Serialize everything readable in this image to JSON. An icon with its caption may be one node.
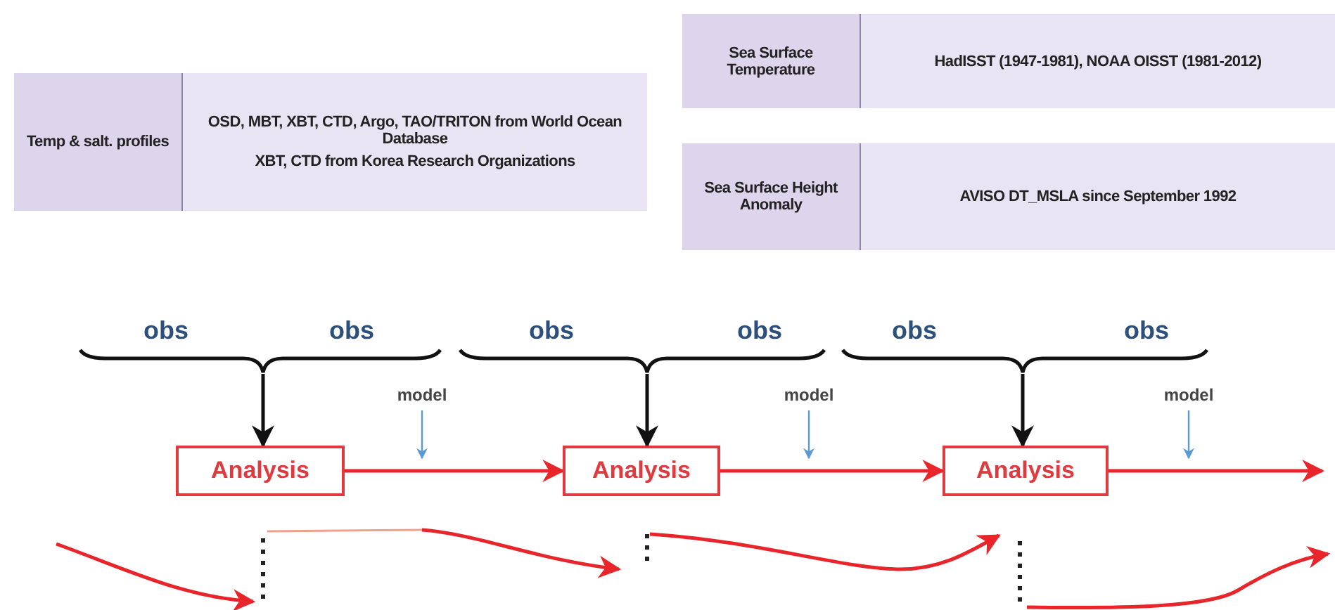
{
  "diagram": {
    "nodes": [
      {
        "text": [
          "Temp & salt. profiles",
          "OSD, MBT, XBT, CTD, Argo, TAO/TRITON from World Ocean Database",
          "XBT, CTD from Korea Research Organizations"
        ]
      },
      {
        "text": [
          "Sea Surface Temperature",
          "HadISST (1947-1981), NOAA OISST (1981-2012)"
        ]
      },
      {
        "text": [
          "Sea Surface Height Anomaly",
          "AVISO DT_MSLA since September 1992"
        ]
      },
      {
        "text": [
          "obs",
          "obs"
        ]
      },
      {
        "text": [
          "obs",
          "obs"
        ]
      },
      {
        "text": [
          "obs",
          "obs"
        ]
      },
      {
        "text": [
          "model"
        ]
      },
      {
        "text": [
          "model"
        ]
      },
      {
        "text": [
          "model"
        ]
      },
      {
        "text": [
          "Analysis"
        ]
      },
      {
        "text": [
          "Analysis"
        ]
      },
      {
        "text": [
          "Analysis"
        ]
      }
    ],
    "edges": [
      {
        "from": 3,
        "to": 9,
        "arrow": "to",
        "color": "#111111"
      },
      {
        "from": 4,
        "to": 10,
        "arrow": "to",
        "color": "#111111"
      },
      {
        "from": 5,
        "to": 11,
        "arrow": "to",
        "color": "#111111"
      },
      {
        "from": 9,
        "to": 10,
        "arrow": "to",
        "color": "#e8252b"
      },
      {
        "from": 10,
        "to": 11,
        "arrow": "to",
        "color": "#e8252b"
      },
      {
        "from": 11,
        "to": null,
        "arrow": "to",
        "color": "#e8252b"
      },
      {
        "from": 6,
        "to": null,
        "arrow": "to",
        "color": "#5b9bd5"
      },
      {
        "from": 7,
        "to": null,
        "arrow": "to",
        "color": "#5b9bd5"
      },
      {
        "from": 8,
        "to": null,
        "arrow": "to",
        "color": "#5b9bd5"
      }
    ]
  }
}
